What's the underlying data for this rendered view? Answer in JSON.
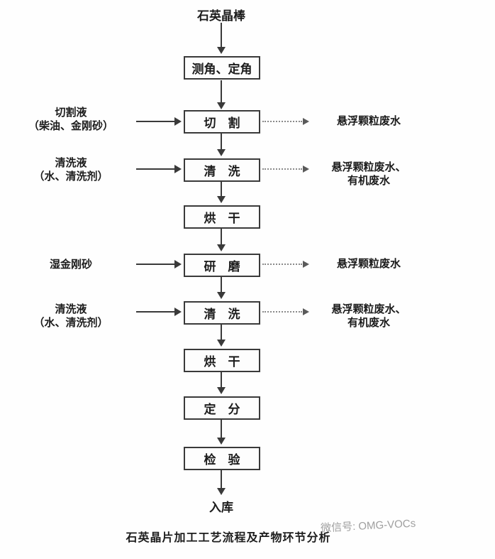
{
  "diagram": {
    "start_label": "石英晶棒",
    "end_label": "入库",
    "caption": "石英晶片加工工艺流程及产物环节分析",
    "watermark": "微信号: OMG-VOCs",
    "boxes": [
      {
        "label": "测角、定角"
      },
      {
        "label": "切　割"
      },
      {
        "label": "清　洗"
      },
      {
        "label": "烘　干"
      },
      {
        "label": "研　磨"
      },
      {
        "label": "清　洗"
      },
      {
        "label": "烘　干"
      },
      {
        "label": "定　分"
      },
      {
        "label": "检　验"
      }
    ],
    "inputs": [
      {
        "line1": "切割液",
        "line2": "（柴油、金刚砂）"
      },
      {
        "line1": "清洗液",
        "line2": "（水、清洗剂）"
      },
      {
        "line1": "湿金刚砂"
      },
      {
        "line1": "清洗液",
        "line2": "（水、清洗剂）"
      }
    ],
    "outputs": [
      {
        "line1": "悬浮颗粒废水"
      },
      {
        "line1": "悬浮颗粒废水、",
        "line2": "有机废水"
      },
      {
        "line1": "悬浮颗粒废水"
      },
      {
        "line1": "悬浮颗粒废水、",
        "line2": "有机废水"
      }
    ],
    "colors": {
      "line": "#3a3a3a",
      "dotted_line": "#8a8a8a",
      "text": "#1c1c1c",
      "watermark": "#9f9f9f"
    }
  }
}
